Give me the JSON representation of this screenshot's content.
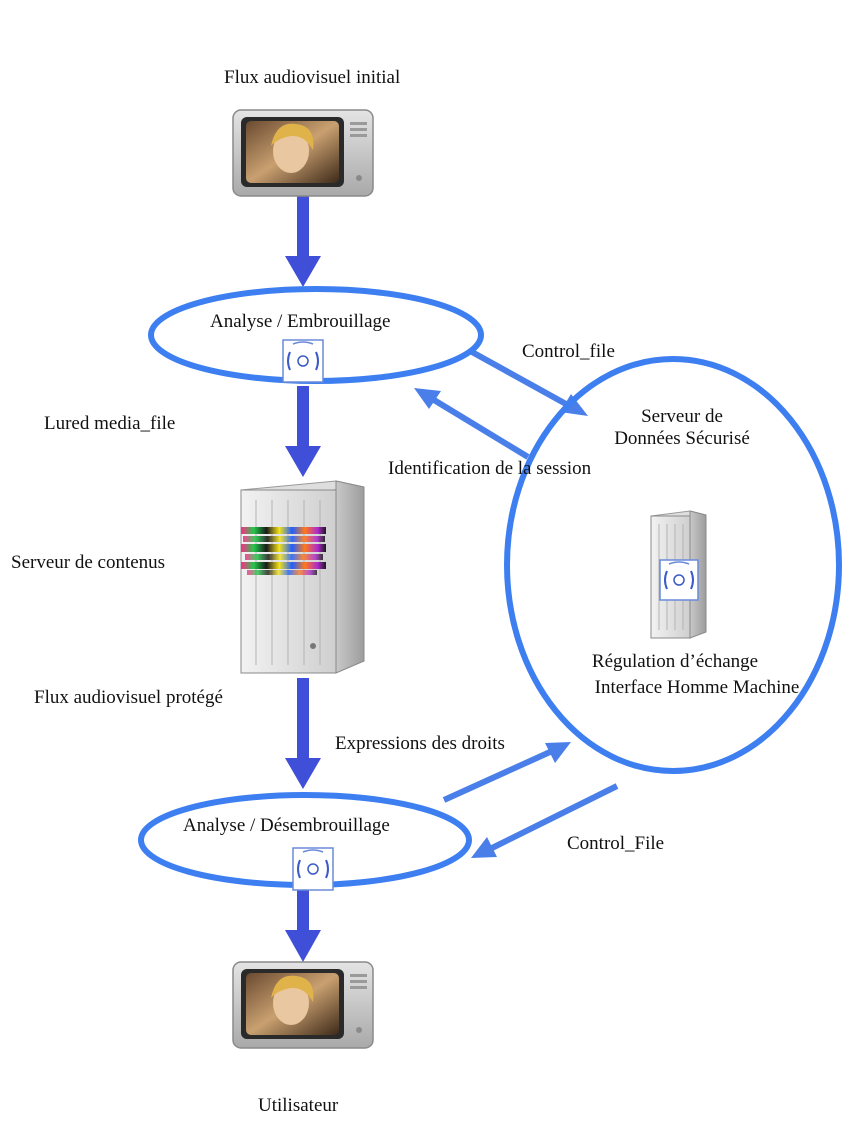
{
  "colors": {
    "arrow": "#3f4fd8",
    "ellipse": "#3d7ff0",
    "side_arrow": "#4a7fea",
    "text": "#111111"
  },
  "labels": {
    "top_title": "Flux audiovisuel initial",
    "embrouillage": "Analyse / Embrouillage",
    "control_file_top": "Control_file",
    "lured": "Lured media_file",
    "serveur_donnees_line1": "Serveur de",
    "serveur_donnees_line2": "Données Sécurisé",
    "identification": "Identification de la session",
    "serveur_contenus": "Serveur de contenus",
    "regulation": "Régulation d’échange",
    "interface": "Interface Homme Machine",
    "flux_protege": "Flux audiovisuel protégé",
    "expressions": "Expressions des droits",
    "desembrouillage": "Analyse / Désembrouillage",
    "control_file_bottom": "Control_File",
    "utilisateur": "Utilisateur"
  },
  "icons": {
    "tv_top": "television-icon",
    "tv_bottom": "television-icon",
    "server_content": "server-tower-icon",
    "server_secure": "server-tower-icon",
    "lock_embrouillage": "encryption-badge-icon",
    "lock_desembrouillage": "encryption-badge-icon",
    "lock_secure": "encryption-badge-icon"
  }
}
